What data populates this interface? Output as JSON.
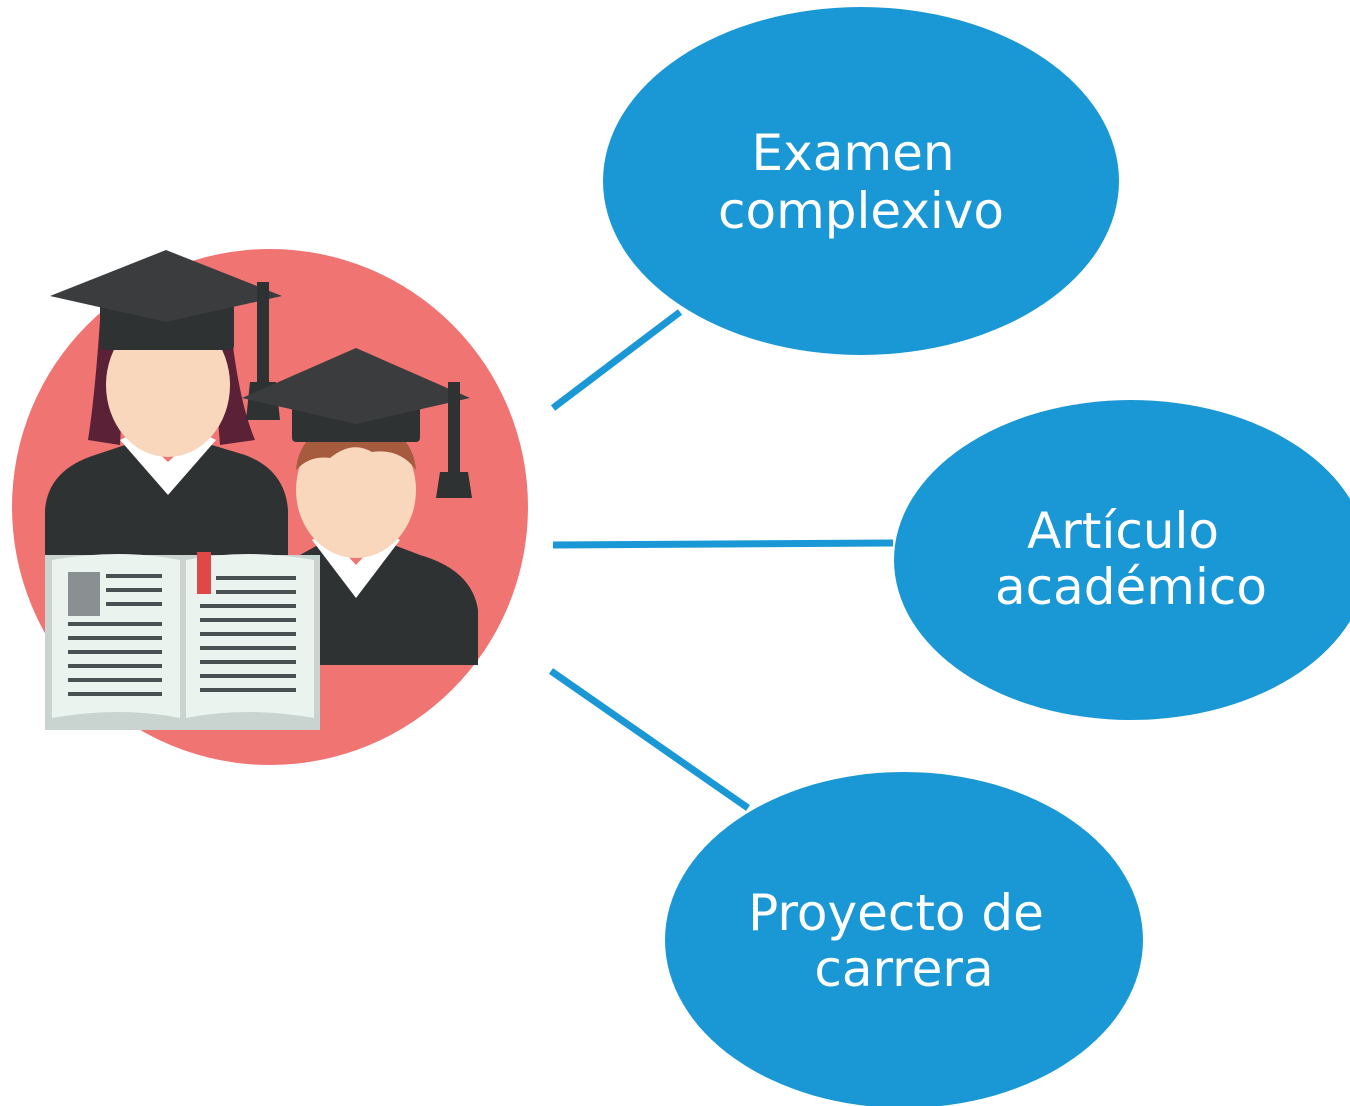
{
  "colors": {
    "node_fill": "#1a97d5",
    "connector": "#1a97d5",
    "badge_circle": "#ef7472",
    "gown": "#2f3233",
    "cap": "#3a3c3e",
    "skin": "#f8d7bd",
    "collar": "#ffffff",
    "hair_girl": "#5a2137",
    "hair_boy": "#a65a3e",
    "book_page": "#eaf3ee",
    "book_edge": "#c9d3cf",
    "bookmark": "#e04848",
    "text": "#ffffff"
  },
  "icon": "graduates-reading-book-icon",
  "nodes": [
    {
      "id": "examen",
      "lines": [
        "Examen",
        "complexivo"
      ]
    },
    {
      "id": "articulo",
      "lines": [
        "Artículo",
        "académico"
      ]
    },
    {
      "id": "proyecto",
      "lines": [
        "Proyecto de",
        "carrera"
      ]
    }
  ]
}
